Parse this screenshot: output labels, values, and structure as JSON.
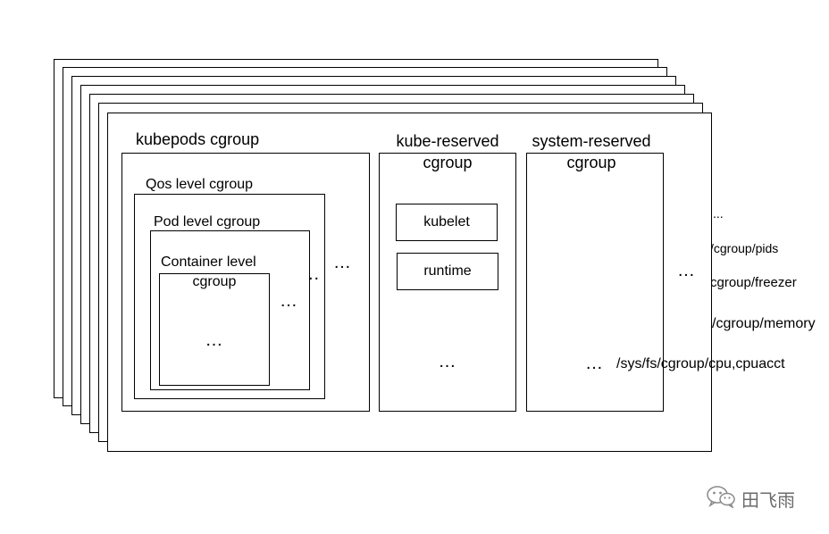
{
  "layers": [
    {
      "name": "/sys/fs/cgroup/cpu,cpuacct"
    },
    {
      "name": "/cgroup/memory"
    },
    {
      "name": "cgroup/freezer"
    },
    {
      "name": "/cgroup/pids"
    },
    {
      "name": "..."
    }
  ],
  "labels": {
    "kubepods": "kubepods cgroup",
    "qos": "Qos level cgroup",
    "pod": "Pod level cgroup",
    "container_line1": "Container level",
    "container_line2": "cgroup",
    "kube_reserved_line1": "kube-reserved",
    "kube_reserved_line2": "cgroup",
    "system_reserved_line1": "system-reserved",
    "system_reserved_line2": "cgroup",
    "kubelet": "kubelet",
    "runtime": "runtime",
    "ellipsis": "…",
    "small_ellipsis": "..",
    "layer_cpu": "/sys/fs/cgroup/cpu,cpuacct",
    "layer_memory": "/cgroup/memory",
    "layer_freezer": "cgroup/freezer",
    "layer_pids": "/cgroup/pids",
    "layer_more": "..."
  },
  "watermark": {
    "text": "田飞雨",
    "icon": "wechat-icon"
  }
}
